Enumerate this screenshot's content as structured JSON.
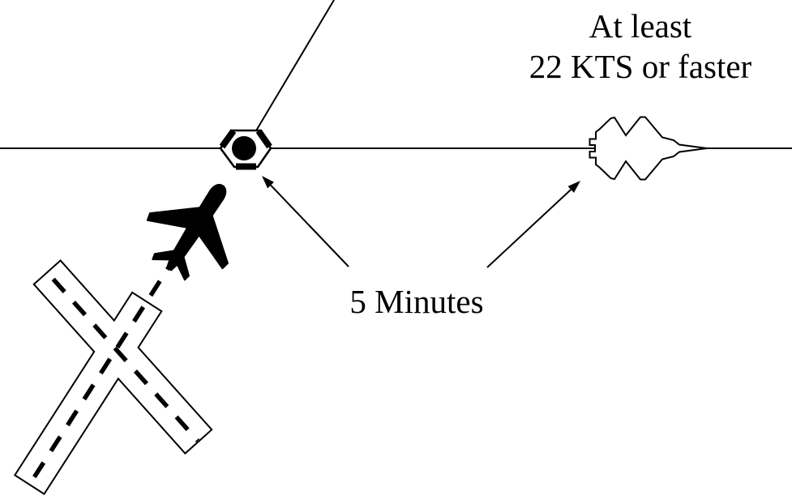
{
  "canvas": {
    "background": "#ffffff",
    "ink": "#000000"
  },
  "annotations": {
    "speed_note": {
      "line1": "At least",
      "line2": "22 KTS or faster"
    },
    "time_note": "5 Minutes"
  },
  "symbols": {
    "vortac": "vortac-navaid-symbol",
    "airway": "airway-route-lines",
    "runways": "crossed-runways-with-dashed-centerlines",
    "departing_aircraft": "black-airliner-silhouette-climbing-toward-vortac",
    "overtaking_aircraft": "military-jet-outline-on-airway",
    "callouts": "two-arrows-from-5-minutes-label"
  }
}
